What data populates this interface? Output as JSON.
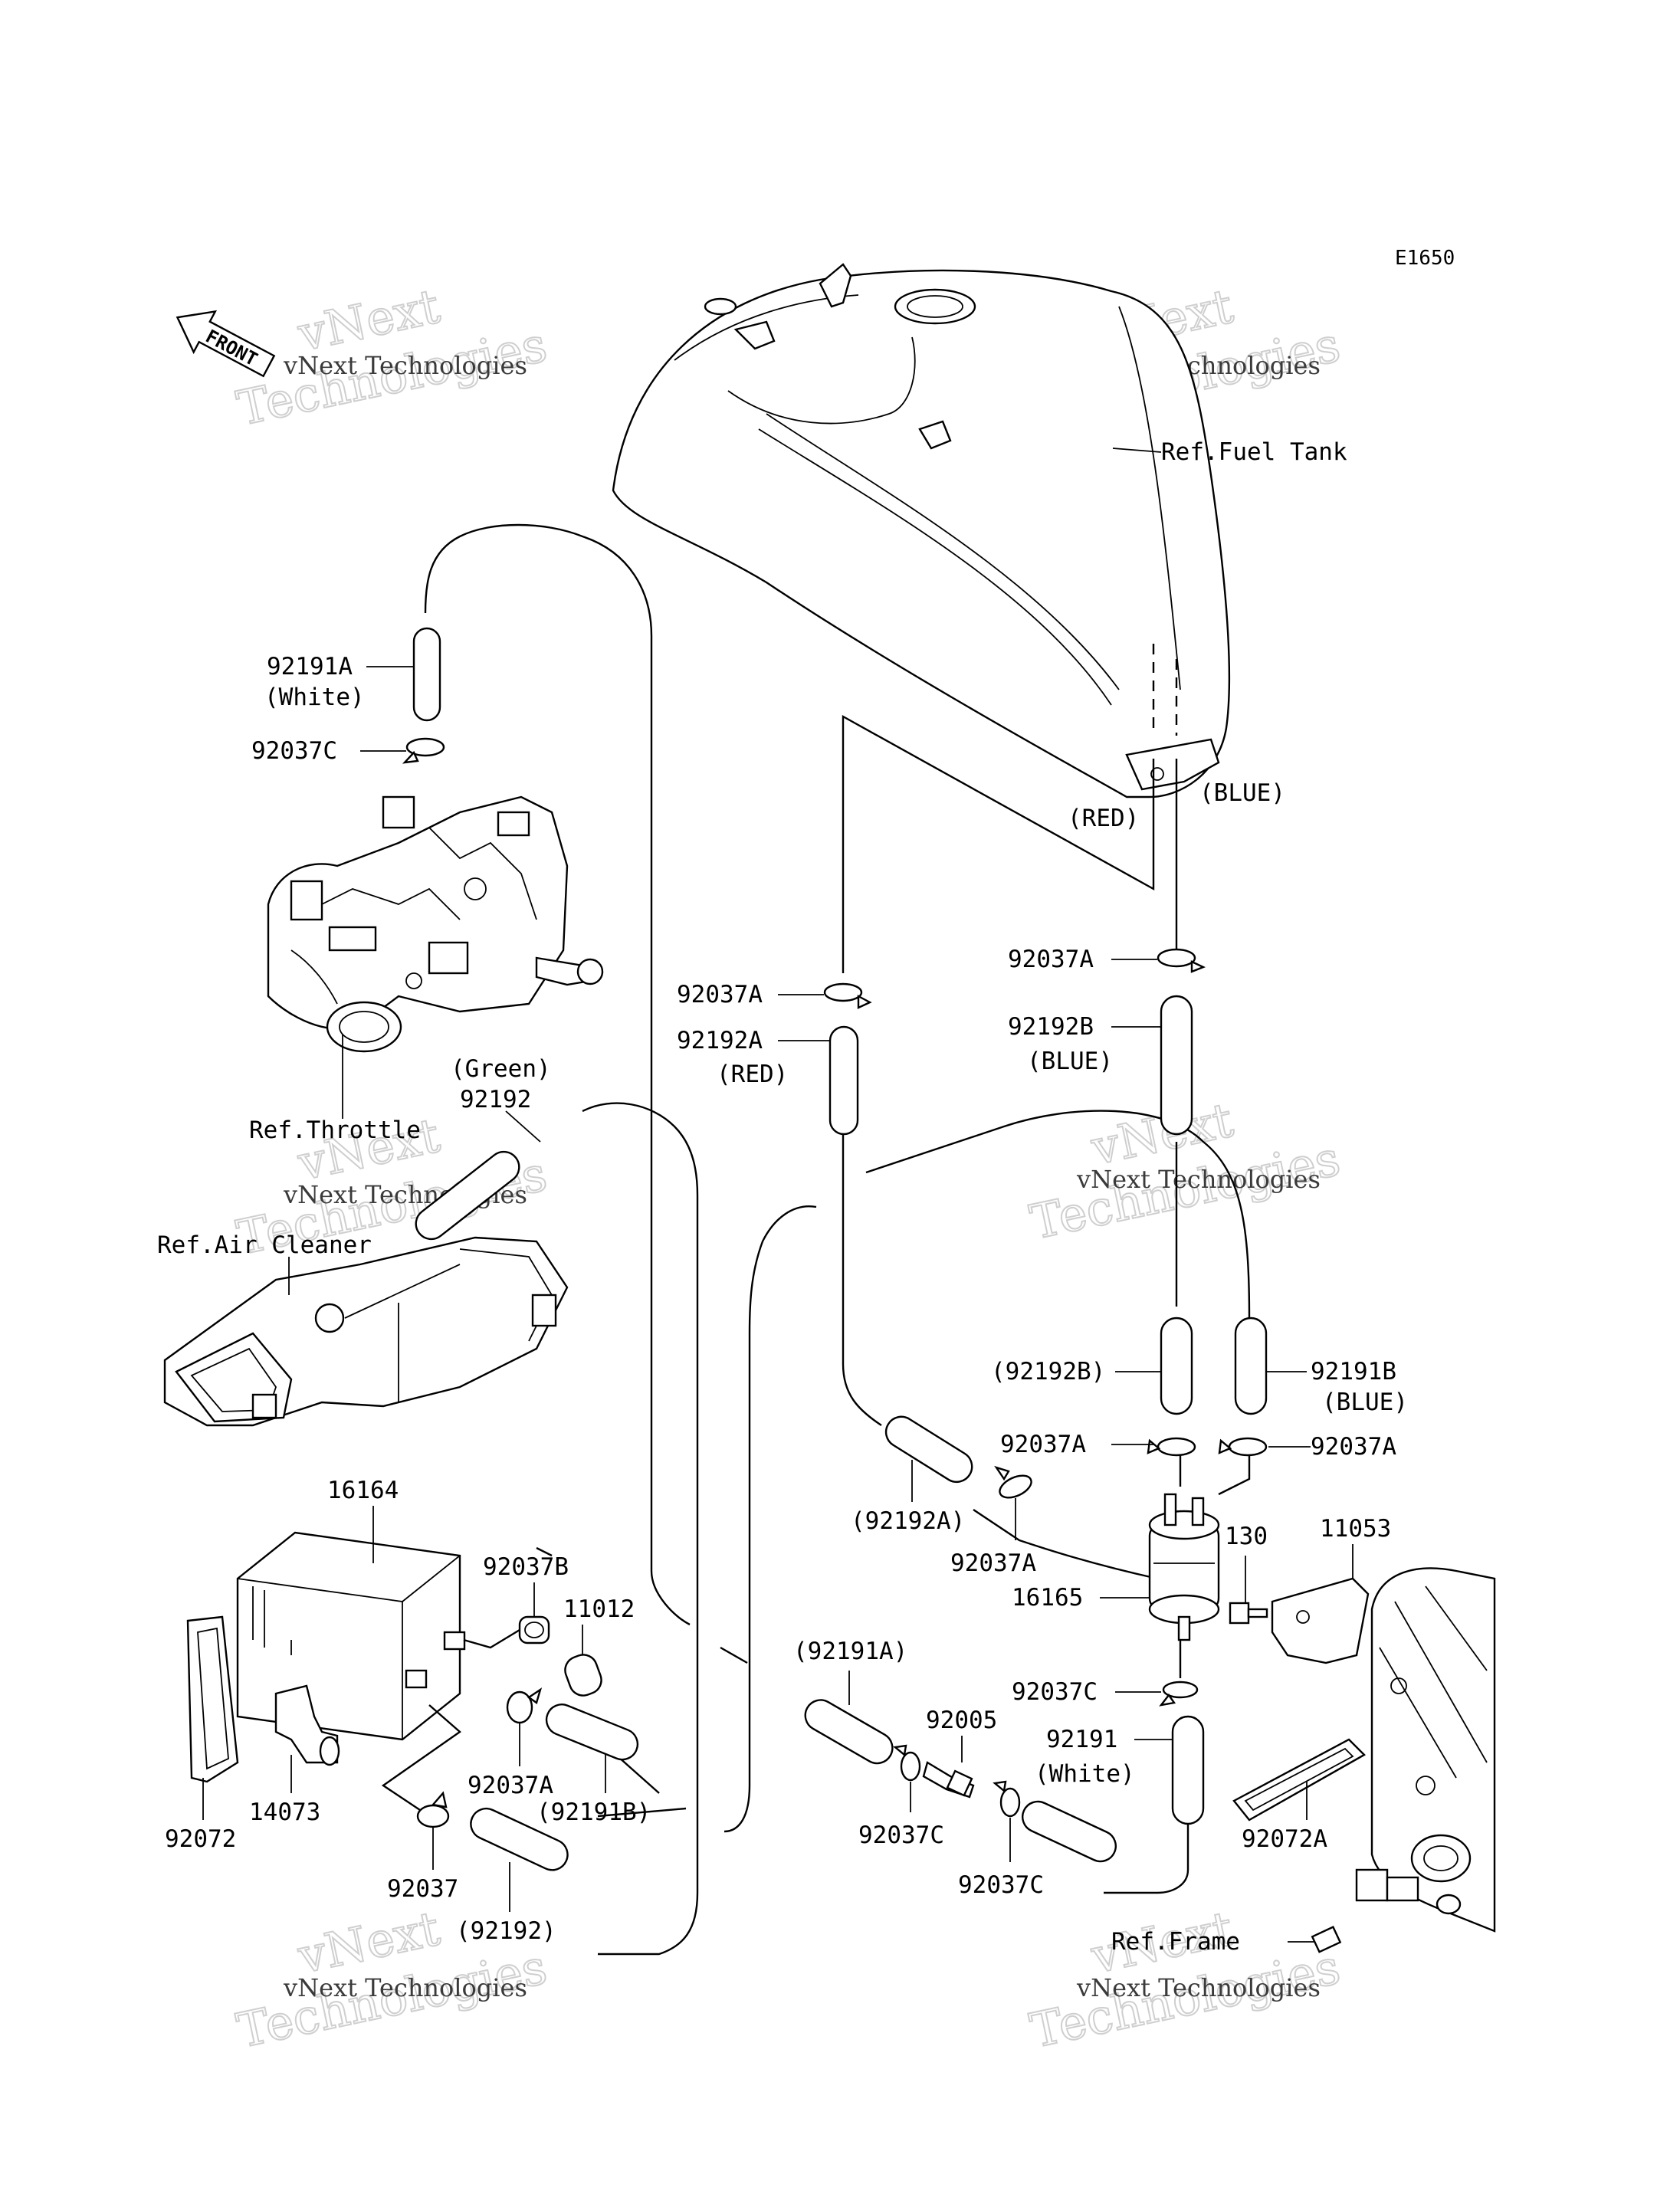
{
  "diagram_code": "E1650",
  "front_arrow_label": "FRONT",
  "watermark": {
    "small": "vNext Technologies",
    "big_line1": "vNext",
    "big_line2": "Technologies"
  },
  "refs": {
    "fuel_tank": "Ref.Fuel Tank",
    "throttle": "Ref.Throttle",
    "air_cleaner": "Ref.Air Cleaner",
    "frame": "Ref.Frame"
  },
  "labels": {
    "p92191A": "92191A",
    "white_1": "(White)",
    "p92037C_top": "92037C",
    "red_tank": "(RED)",
    "blue_tank": "(BLUE)",
    "p92037A_right": "92037A",
    "p92037A_mid": "92037A",
    "p92192B": "92192B",
    "blue_2": "(BLUE)",
    "p92192A": "92192A",
    "red_2": "(RED)",
    "green": "(Green)",
    "p92192": "92192",
    "p92192B_par": "(92192B)",
    "p92191B": "92191B",
    "blue_3": "(BLUE)",
    "p92037A_fl": "92037A",
    "p92037A_fr": "92037A",
    "p92192A_par": "(92192A)",
    "p92037A_low": "92037A",
    "p16165": "16165",
    "p130": "130",
    "p11053": "11053",
    "p16164": "16164",
    "p92037B": "92037B",
    "p11012": "11012",
    "p92191A_par": "(92191A)",
    "p92005": "92005",
    "p92037C_mid": "92037C",
    "p92191": "92191",
    "white_2": "(White)",
    "p92037A_can": "92037A",
    "p92191B_par": "(92191B)",
    "p92037": "92037",
    "p92192_par": "(92192)",
    "p14073": "14073",
    "p92072": "92072",
    "p92037C_low1": "92037C",
    "p92037C_low2": "92037C",
    "p92072A": "92072A"
  },
  "colors": {
    "line": "#000000",
    "background": "#ffffff",
    "watermark": "#cfcfcf"
  }
}
